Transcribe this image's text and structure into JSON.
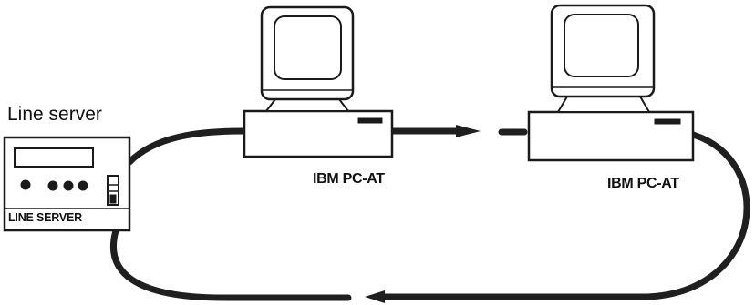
{
  "labels": {
    "line_server_title": "Line server",
    "line_server_panel": "LINE SERVER",
    "computer_1": "IBM PC-AT",
    "computer_2": "IBM PC-AT"
  },
  "colors": {
    "stroke": "#1a1a1a",
    "cable": "#1f1f1f",
    "fill": "#ffffff"
  }
}
